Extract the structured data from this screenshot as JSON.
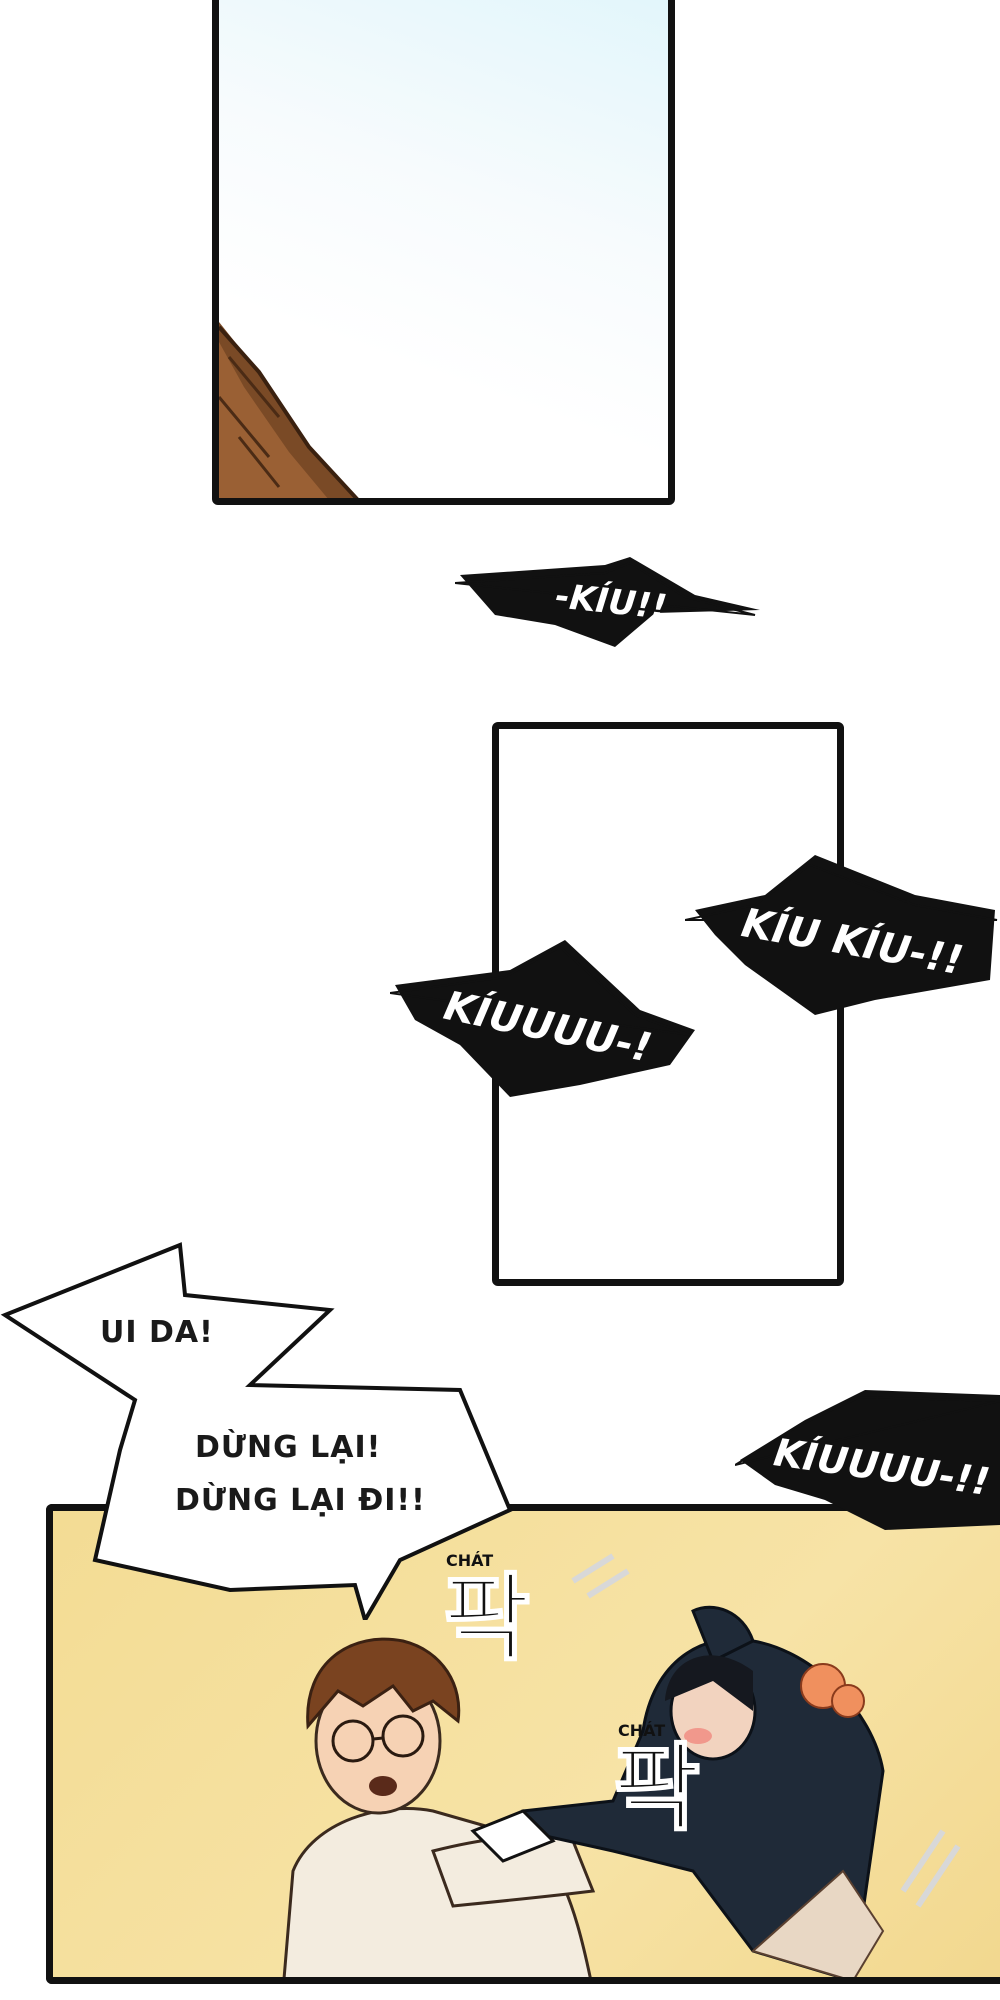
{
  "sfx": {
    "kiu_1": "-KÍU!!",
    "kiu_kiu": "KÍU KÍU-!!",
    "kiuuuu_1": "KÍUUUU-!",
    "kiuuuu_2": "KÍUUUU-!!"
  },
  "dialogue": {
    "ui_da": "UI DA!",
    "dung_lai_line1": "DỪNG LẠI!",
    "dung_lai_line2": "DỪNG LẠI ĐI!!"
  },
  "impact": {
    "chat_1": "CHÁT",
    "chat_2": "CHÁT",
    "glyph_1": "팍",
    "glyph_2": "팍"
  },
  "colors": {
    "ink": "#111111",
    "panel_sky": "#e2f6fb",
    "panel_scene": "#f3dc94",
    "sfx_fill": "#111111",
    "sfx_text": "#ffffff"
  }
}
